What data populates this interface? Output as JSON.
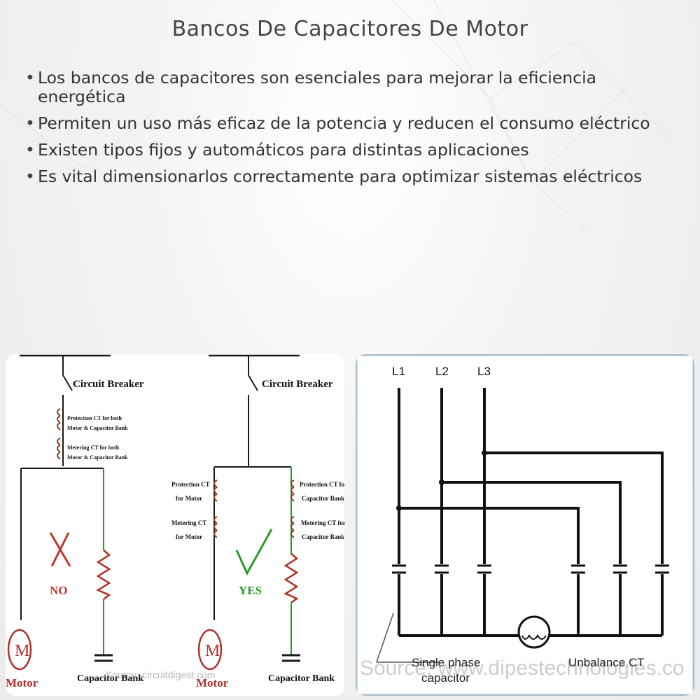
{
  "page": {
    "title": "Bancos De Capacitores De Motor",
    "bullets": [
      "Los bancos de capacitores son esenciales para mejorar la eficiencia energética",
      "Permiten un uso más eficaz de la potencia y reducen el consumo eléctrico",
      "Existen tipos fijos y automáticos para distintas aplicaciones",
      "Es vital dimensionarlos correctamente para optimizar sistemas eléctricos"
    ]
  },
  "left_diagram": {
    "circuit_breaker_1": "Circuit Breaker",
    "circuit_breaker_2": "Circuit Breaker",
    "protection_ct_both_1": "Protection CT for both",
    "protection_ct_both_2": "Motor & Capacitor Bank",
    "metering_ct_both_1": "Metering CT for both",
    "metering_ct_both_2": "Motor & Capacitor Bank",
    "protection_ct_motor_1": "Protection CT",
    "protection_ct_motor_2": "for Motor",
    "metering_ct_motor_1": "Metering CT",
    "metering_ct_motor_2": "for Motor",
    "protection_ct_cap_1": "Protection CT for",
    "protection_ct_cap_2": "Capacitor Bank",
    "metering_ct_cap_1": "Metering CT for",
    "metering_ct_cap_2": "Capacitor Bank",
    "no_label": "NO",
    "yes_label": "YES",
    "motor_symbol": "M",
    "motor_label_1": "Motor",
    "motor_label_2": "Motor",
    "cap_bank_label_1": "Capacitor Bank",
    "cap_bank_label_2": "Capacitor Bank",
    "watermark": "Source: circuitdigest.com",
    "colors": {
      "line": "#1a1a1a",
      "green": "#2a9a2a",
      "red": "#c0392b",
      "ct_brown": "#8b3a1a"
    }
  },
  "right_diagram": {
    "l1": "L1",
    "l2": "L2",
    "l3": "L3",
    "single_phase_1": "Single phase",
    "single_phase_2": "capacitor",
    "unbalance_ct": "Unbalance CT",
    "watermark": "Source: www.dipestechnologies.co",
    "colors": {
      "frame": "#a9bccb",
      "line": "#111111"
    }
  }
}
